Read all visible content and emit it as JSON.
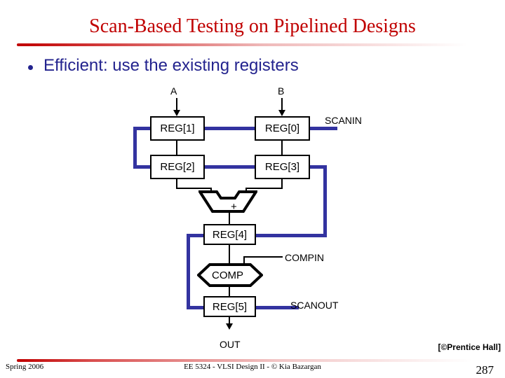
{
  "slide": {
    "title": "Scan-Based Testing on Pipelined Designs",
    "bullet": "Efficient: use the existing registers"
  },
  "diagram": {
    "blocks": [
      {
        "id": "reg1",
        "label": "REG[1]"
      },
      {
        "id": "reg0",
        "label": "REG[0]"
      },
      {
        "id": "reg2",
        "label": "REG[2]"
      },
      {
        "id": "reg3",
        "label": "REG[3]"
      },
      {
        "id": "reg4",
        "label": "REG[4]"
      },
      {
        "id": "reg5",
        "label": "REG[5]"
      }
    ],
    "alu": {
      "label": "+"
    },
    "comparator": {
      "label": "COMP"
    },
    "ports": {
      "input_a": "A",
      "input_b": "B",
      "scanin": "SCANIN",
      "compin": "COMPIN",
      "scanout": "SCANOUT",
      "out": "OUT"
    },
    "colors": {
      "scan_chain": "#3333A0",
      "wire": "#000000",
      "block_fill": "#FFFFFF"
    }
  },
  "footer": {
    "term": "Spring 2006",
    "course": "EE 5324 - VLSI Design II - © Kia Bazargan",
    "page": "287",
    "credit": "[©Prentice Hall]"
  },
  "theme": {
    "title_color": "#C00000",
    "bullet_color": "#23238E"
  }
}
